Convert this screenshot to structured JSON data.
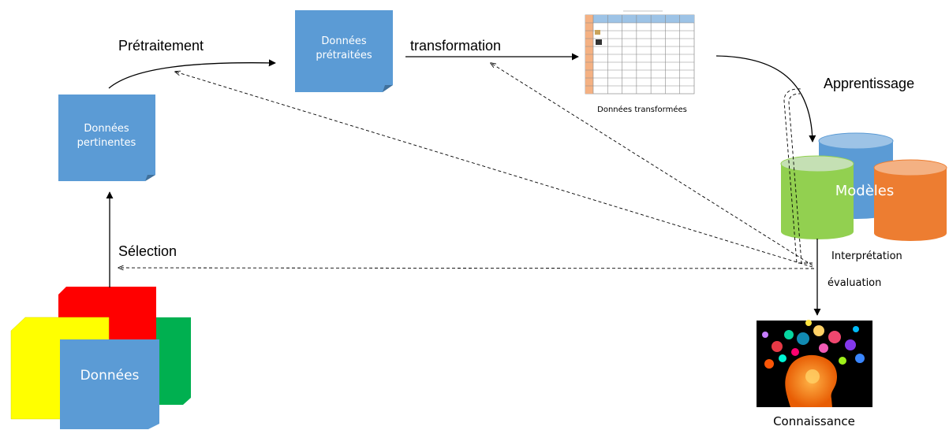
{
  "stages": {
    "donnees": "Données",
    "pertinentes": [
      "Données",
      "pertinentes"
    ],
    "pretraitees": [
      "Données",
      "prétraitées"
    ],
    "transformees": "Données transformées",
    "modeles": "Modèles",
    "connaissance": "Connaissance"
  },
  "steps": {
    "selection": "Sélection",
    "pretraitement": "Prétraitement",
    "transformation": "transformation",
    "apprentissage": "Apprentissage",
    "interpretation": "Interprétation",
    "evaluation": "évaluation"
  },
  "colors": {
    "doc_blue": "#5b9bd5",
    "doc_red": "#ff0000",
    "doc_yellow": "#ffff00",
    "doc_green": "#00b050",
    "cyl_blue": "#5b9bd5",
    "cyl_green": "#92d050",
    "cyl_orange": "#ed7d31",
    "table_header": "#9dc3e6",
    "table_rowhead": "#f4b183"
  }
}
